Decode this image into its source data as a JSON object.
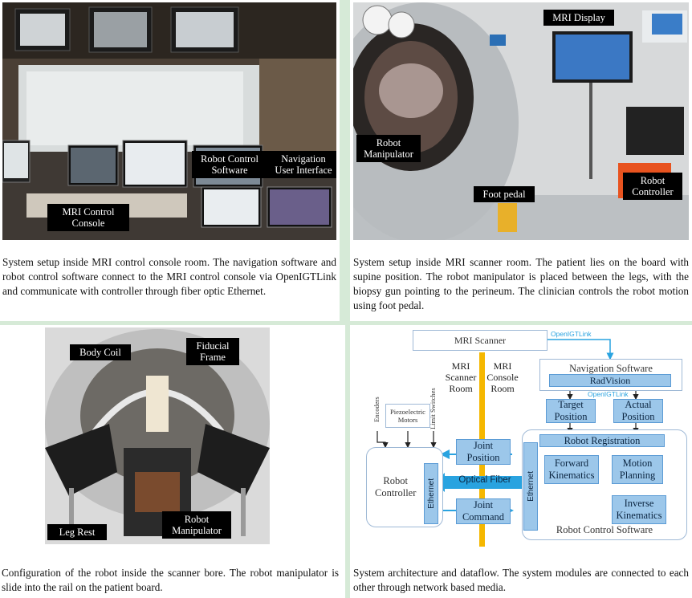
{
  "panels": {
    "control_room": {
      "labels": {
        "mri_console": [
          "MRI Control",
          "Console"
        ],
        "robot_software": [
          "Robot Control",
          "Software"
        ],
        "navigation_ui": [
          "Navigation",
          "User Interface"
        ]
      },
      "caption": "System setup inside MRI control console room. The navigation software and robot control software connect to the MRI control console via OpenIGTLink and communicate with controller through fiber optic Ethernet."
    },
    "scanner_room": {
      "labels": {
        "mri_display": "MRI Display",
        "robot_manipulator": [
          "Robot",
          "Manipulator"
        ],
        "foot_pedal": "Foot pedal",
        "robot_controller": [
          "Robot",
          "Controller"
        ]
      },
      "caption": "System setup inside MRI scanner room. The patient lies on the board with supine position. The robot manipulator is placed between the legs, with the biopsy gun pointing to the perineum. The clinician controls the robot motion using foot pedal."
    },
    "scanner_bore": {
      "labels": {
        "body_coil": "Body Coil",
        "fiducial_frame": [
          "Fiducial",
          "Frame"
        ],
        "leg_rest": "Leg Rest",
        "robot_manipulator": [
          "Robot",
          "Manipulator"
        ]
      },
      "caption": "Configuration of the robot inside the scanner bore. The robot manipulator is slide into the rail on the patient board."
    },
    "architecture": {
      "mri_scanner": "MRI Scanner",
      "openigtlink_top": "OpenIGTLink",
      "mri_scanner_room": [
        "MRI",
        "Scanner",
        "Room"
      ],
      "console_room": [
        "MRI",
        "Console",
        "Room"
      ],
      "navigation_software": "Navigation Software",
      "radvision": "RadVision",
      "openigtlink_mid": "OpenIGTLink",
      "target_position": [
        "Target",
        "Position"
      ],
      "actual_position": [
        "Actual",
        "Position"
      ],
      "encoders": "Encoders",
      "piezo_motors": [
        "Piezoelectric",
        "Motors"
      ],
      "limit_switches": [
        "Limit",
        "Switches"
      ],
      "robot_registration": "Robot Registration",
      "joint_position": [
        "Joint",
        "Position"
      ],
      "robot_controller": [
        "Robot",
        "Controller"
      ],
      "ethernet_left": "Ethernet",
      "optical_fiber": "Optical Fiber",
      "ethernet_right": "Ethernet",
      "forward_kinematics": [
        "Forward",
        "Kinematics"
      ],
      "motion_planning": [
        "Motion",
        "Planning"
      ],
      "inverse_kinematics": [
        "Inverse",
        "Kinematics"
      ],
      "joint_command": [
        "Joint",
        "Command"
      ],
      "robot_control_software": "Robot Control Software",
      "caption": "System architecture and dataflow. The system modules are connected to each other through network based media."
    }
  }
}
